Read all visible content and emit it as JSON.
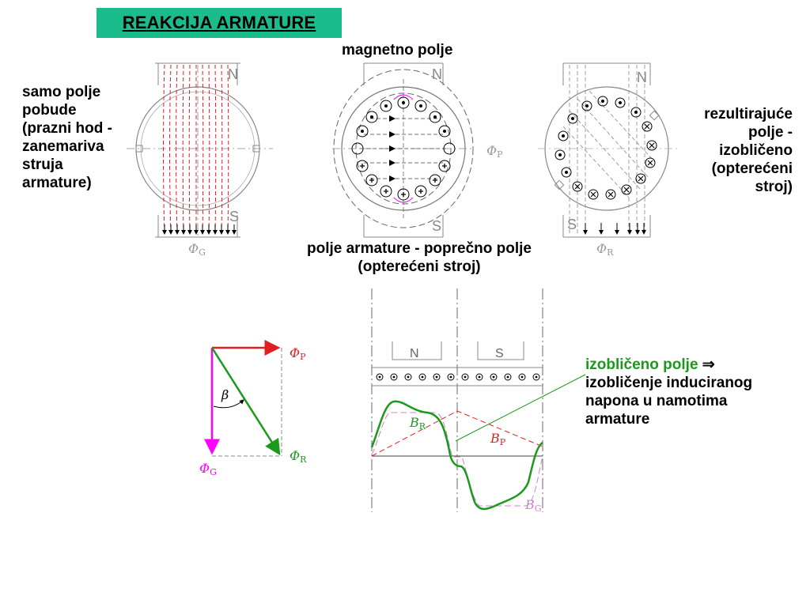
{
  "title": " REAKCIJA ARMATURE ",
  "labels": {
    "magnetic_field": "magnetno polje",
    "left_desc": [
      "samo polje",
      "pobude",
      "(prazni hod -",
      "zanemariva",
      "struja",
      "armature)"
    ],
    "right_desc": [
      "rezultirajuće",
      "polje -",
      "izobličeno ",
      "(opterećeni",
      "stroj)"
    ],
    "armature_field": [
      "polje armature - poprečno polje",
      "(opterećeni stroj)"
    ],
    "distorted_green": "izobličeno polje",
    "distorted_arrow": "⇒",
    "distorted_rest": [
      "izobličenje induciranog",
      "napona u namotima",
      "armature"
    ]
  },
  "machine_labels": {
    "n": "N",
    "s": "S",
    "phi_g": "Φ",
    "phi_g_sub": "G",
    "phi_p": "Φ",
    "phi_p_sub": "P",
    "phi_r": "Φ",
    "phi_r_sub": "R"
  },
  "vector_diagram": {
    "phi_p": "Φ",
    "phi_p_sub": "P",
    "phi_g": "Φ",
    "phi_g_sub": "G",
    "phi_r": "Φ",
    "phi_r_sub": "R",
    "beta": "β"
  },
  "waveform": {
    "pole_n": "N",
    "pole_s": "S",
    "b_r": "B",
    "b_r_sub": "R",
    "b_p": "B",
    "b_p_sub": "P",
    "b_g": "B",
    "b_g_sub": "G"
  },
  "colors": {
    "title_bg": "#1abc8c",
    "red": "#e02020",
    "green": "#1a9a1a",
    "magenta": "#ff00ff",
    "gray": "#808080",
    "pink_dashed": "#d080d0"
  }
}
